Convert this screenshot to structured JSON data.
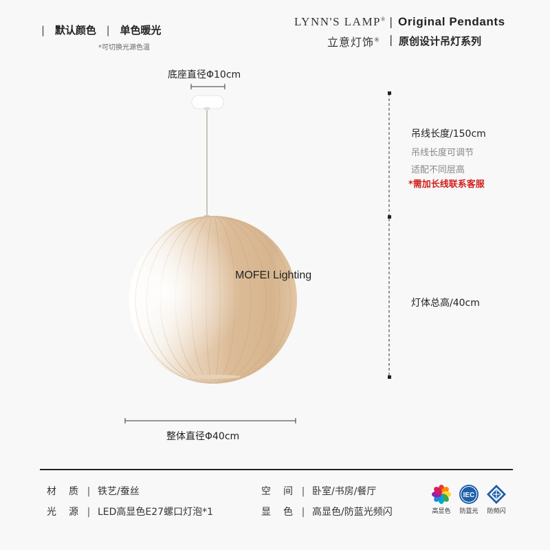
{
  "header": {
    "option_default": "默认颜色",
    "separator": "|",
    "option_single": "单色暖光",
    "note": "*可切换光源色温",
    "brand_name": "LYNN'S LAMP",
    "brand_reg": "®",
    "brand_cn": "立意灯饰",
    "series_en": "Original Pendants",
    "series_cn": "原创设计吊灯系列"
  },
  "dimensions": {
    "base": "底座直径Φ10cm",
    "cord_length": "吊线长度/150cm",
    "cord_note_1": "吊线长度可调节",
    "cord_note_2": "适配不同层高",
    "cord_note_3": "*需加长线联系客服",
    "body_height": "灯体总高/40cm",
    "overall_diameter": "整体直径Φ40cm"
  },
  "watermark": "MOFEI Lighting",
  "specs": {
    "material_key": "材　质",
    "material_val": "铁艺/蚕丝",
    "light_key": "光　源",
    "light_val": "LED高显色E27螺口灯泡*1",
    "space_key": "空　间",
    "space_val": "卧室/书房/餐厅",
    "color_key": "显　色",
    "color_val": "高显色/防蓝光频闪",
    "bar": "|"
  },
  "certs": [
    {
      "icon": "color-wheel-icon",
      "label": "高显色"
    },
    {
      "icon": "iec-badge-icon",
      "label": "防蓝光",
      "badge_text": "IEC"
    },
    {
      "icon": "diamond-cert-icon",
      "label": "防频闪"
    }
  ],
  "colors": {
    "background": "#f8f8f8",
    "shade_warm": "#d9b892",
    "shade_light": "#ffffff",
    "warning_red": "#d12020",
    "cert_blue": "#1f5fa8"
  }
}
